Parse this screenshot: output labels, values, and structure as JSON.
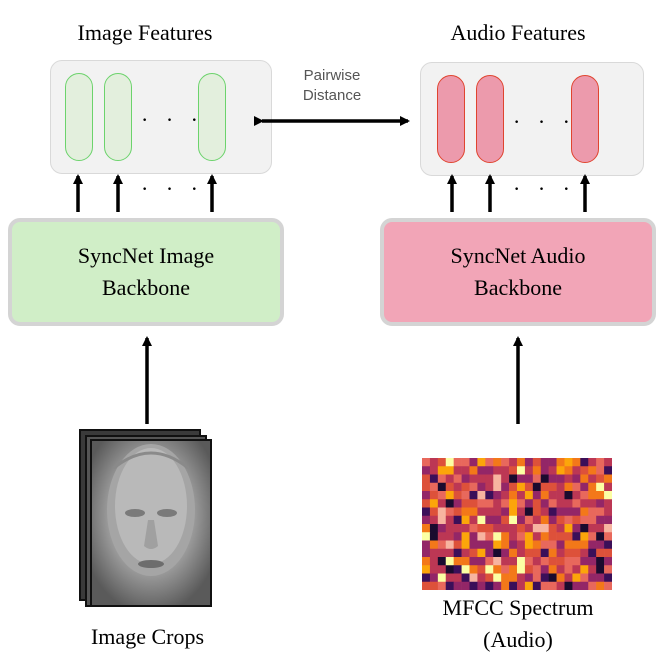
{
  "left": {
    "features_title": "Image Features",
    "backbone_line1": "SyncNet Image",
    "backbone_line2": "Backbone",
    "input_label": "Image Crops"
  },
  "right": {
    "features_title": "Audio Features",
    "backbone_line1": "SyncNet Audio",
    "backbone_line2": "Backbone",
    "input_label_line1": "MFCC Spectrum",
    "input_label_line2": "(Audio)"
  },
  "middle": {
    "distance_line1": "Pairwise",
    "distance_line2": "Distance"
  },
  "ellipsis": "· · ·",
  "colors": {
    "image_backbone": "#d0eec7",
    "audio_backbone": "#f2a5b7",
    "image_feature_border": "#6cd36c",
    "audio_feature_border": "#e0442f"
  }
}
